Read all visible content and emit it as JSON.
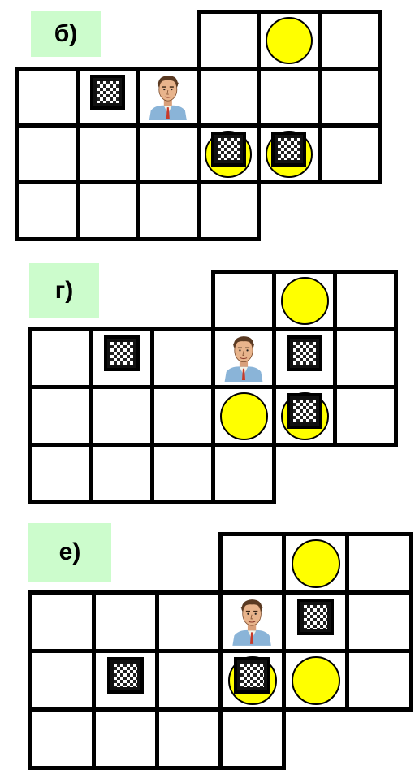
{
  "puzzles": [
    {
      "label": "б)",
      "rows": [
        [
          3,
          6
        ],
        [
          0,
          6
        ],
        [
          0,
          6
        ],
        [
          0,
          4
        ]
      ],
      "coins": [
        [
          0,
          4
        ],
        [
          2,
          3
        ],
        [
          2,
          4
        ]
      ],
      "boxes": [
        [
          1,
          1
        ],
        [
          2,
          3
        ],
        [
          2,
          4
        ]
      ],
      "man": [
        1,
        2
      ]
    },
    {
      "label": "г)",
      "rows": [
        [
          3,
          6
        ],
        [
          0,
          6
        ],
        [
          0,
          6
        ],
        [
          0,
          4
        ]
      ],
      "coins": [
        [
          0,
          4
        ],
        [
          2,
          3
        ],
        [
          2,
          4
        ]
      ],
      "boxes": [
        [
          1,
          1
        ],
        [
          1,
          4
        ],
        [
          2,
          4
        ]
      ],
      "man": [
        1,
        3
      ]
    },
    {
      "label": "е)",
      "rows": [
        [
          3,
          6
        ],
        [
          0,
          6
        ],
        [
          0,
          6
        ],
        [
          0,
          4
        ]
      ],
      "coins": [
        [
          0,
          4
        ],
        [
          2,
          3
        ],
        [
          2,
          4
        ]
      ],
      "boxes": [
        [
          1,
          4
        ],
        [
          2,
          1
        ],
        [
          2,
          3
        ]
      ],
      "man": [
        1,
        3
      ]
    }
  ],
  "icons": {
    "coin": "yellow-circle-icon",
    "box": "checkered-crate-icon",
    "man": "man-portrait-icon"
  },
  "colors": {
    "label_bg": "#ccfccc",
    "coin": "#ffff00",
    "grid": "#000000"
  }
}
